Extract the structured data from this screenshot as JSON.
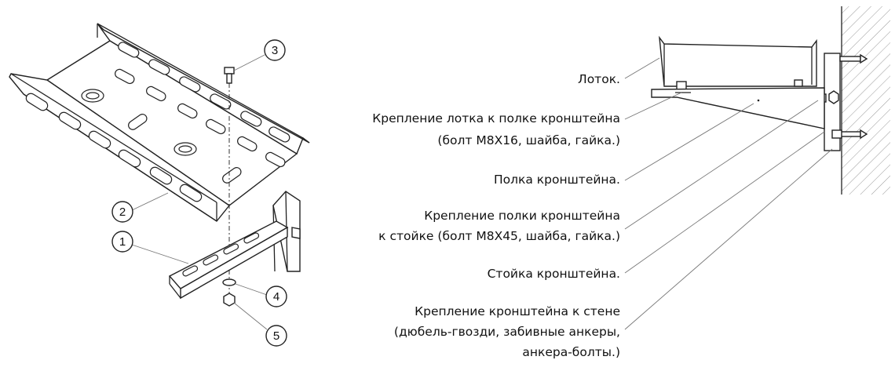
{
  "callouts": [
    "1",
    "2",
    "3",
    "4",
    "5"
  ],
  "labels": {
    "tray": "Лоток.",
    "tray_fix_1": "Крепление лотка к полке кронштейна",
    "tray_fix_2": "(болт М8Х16, шайба, гайка.)",
    "shelf": "Полка кронштейна.",
    "shelf_fix_1": "Крепление полки кронштейна",
    "shelf_fix_2": "к стойке (болт М8Х45, шайба, гайка.)",
    "post": "Стойка кронштейна.",
    "wall_fix_1": "Крепление кронштейна к стене",
    "wall_fix_2": "(дюбель-гвозди, забивные анкеры,",
    "wall_fix_3": "анкера-болты.)"
  }
}
